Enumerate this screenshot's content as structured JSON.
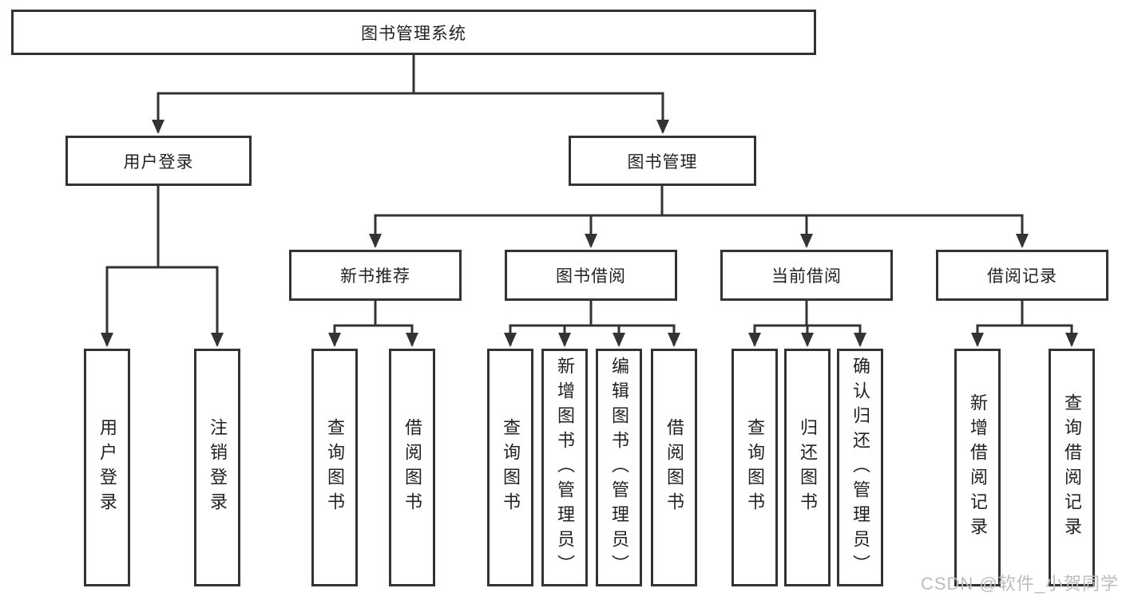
{
  "diagram": {
    "root": {
      "label": "图书管理系统"
    },
    "branches": [
      {
        "label": "用户登录",
        "leaves": [
          {
            "label": "用户登录"
          },
          {
            "label": "注销登录"
          }
        ]
      },
      {
        "label": "图书管理",
        "sections": [
          {
            "label": "新书推荐",
            "leaves": [
              {
                "label": "查询图书"
              },
              {
                "label": "借阅图书"
              }
            ]
          },
          {
            "label": "图书借阅",
            "leaves": [
              {
                "label": "查询图书"
              },
              {
                "label": "新增图书（管理员）"
              },
              {
                "label": "编辑图书（管理员）"
              },
              {
                "label": "借阅图书"
              }
            ]
          },
          {
            "label": "当前借阅",
            "leaves": [
              {
                "label": "查询图书"
              },
              {
                "label": "归还图书"
              },
              {
                "label": "确认归还（管理员）"
              }
            ]
          },
          {
            "label": "借阅记录",
            "leaves": [
              {
                "label": "新增借阅记录"
              },
              {
                "label": "查询借阅记录"
              }
            ]
          }
        ]
      }
    ],
    "watermark": "CSDN @软件_小贺同学",
    "colors": {
      "line": "#333333",
      "text": "#222222",
      "box_bg": "#ffffff",
      "background": "#ffffff",
      "watermark": "#bdbdbd"
    }
  }
}
